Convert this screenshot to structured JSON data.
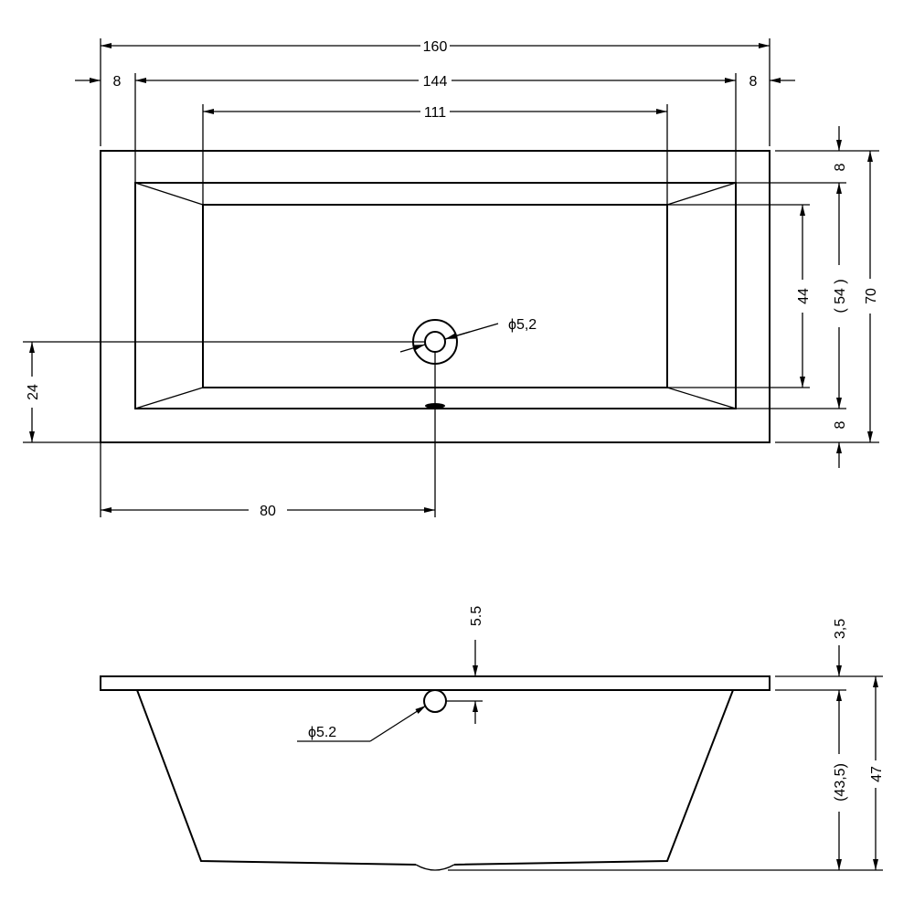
{
  "top_view": {
    "overall_length": "160",
    "rim_left": "8",
    "inner_length": "144",
    "rim_right": "8",
    "floor_length": "111",
    "rim_top": "8",
    "inner_width": "( 54 )",
    "rim_bottom": "8",
    "overall_width": "70",
    "floor_width": "44",
    "drain_offset_y": "24",
    "drain_offset_x": "80",
    "drain_diameter": "ϕ5,2"
  },
  "side_view": {
    "overflow_depth": "5.5",
    "rim_thickness": "3,5",
    "basin_depth": "(43,5)",
    "overall_height": "47",
    "overflow_diameter": "ϕ5.2"
  }
}
